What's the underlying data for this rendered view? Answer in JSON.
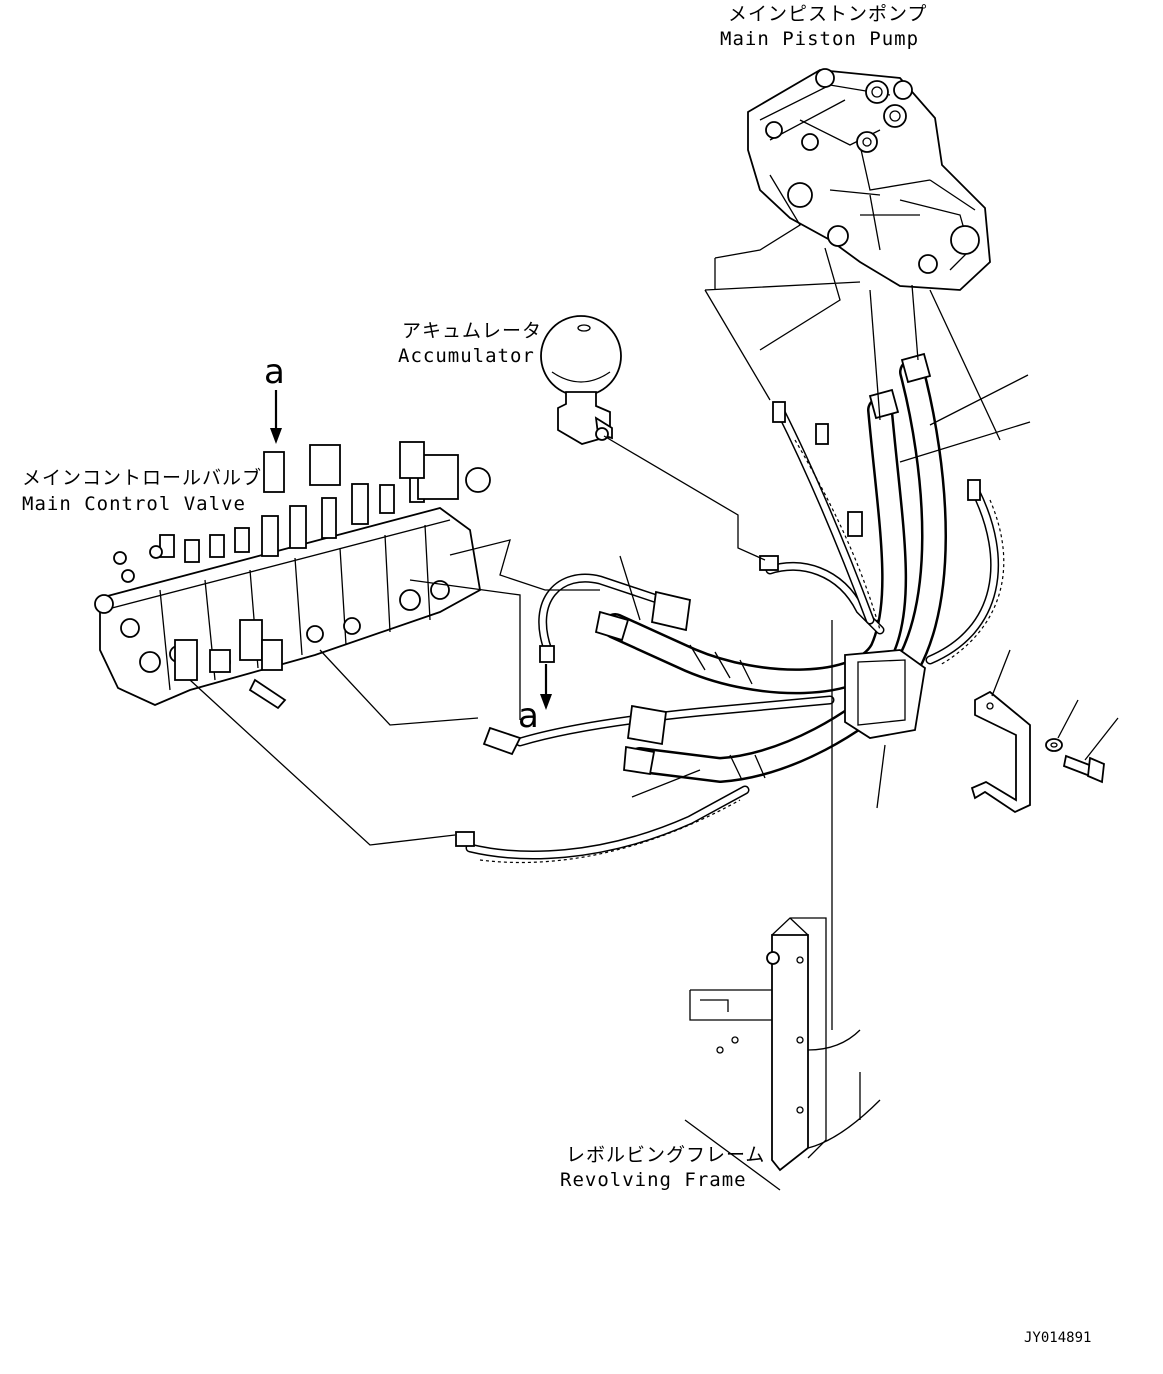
{
  "labels": {
    "pump_jp": "メインピストンポンプ",
    "pump_en": "Main Piston Pump",
    "accumulator_jp": "アキュムレータ",
    "accumulator_en": "Accumulator",
    "valve_jp": "メインコントロールバルブ",
    "valve_en": "Main Control Valve",
    "frame_jp": "レボルビングフレーム",
    "frame_en": "Revolving Frame",
    "marker_a1": "a",
    "marker_a2": "a",
    "drawing_code": "JY014891"
  }
}
